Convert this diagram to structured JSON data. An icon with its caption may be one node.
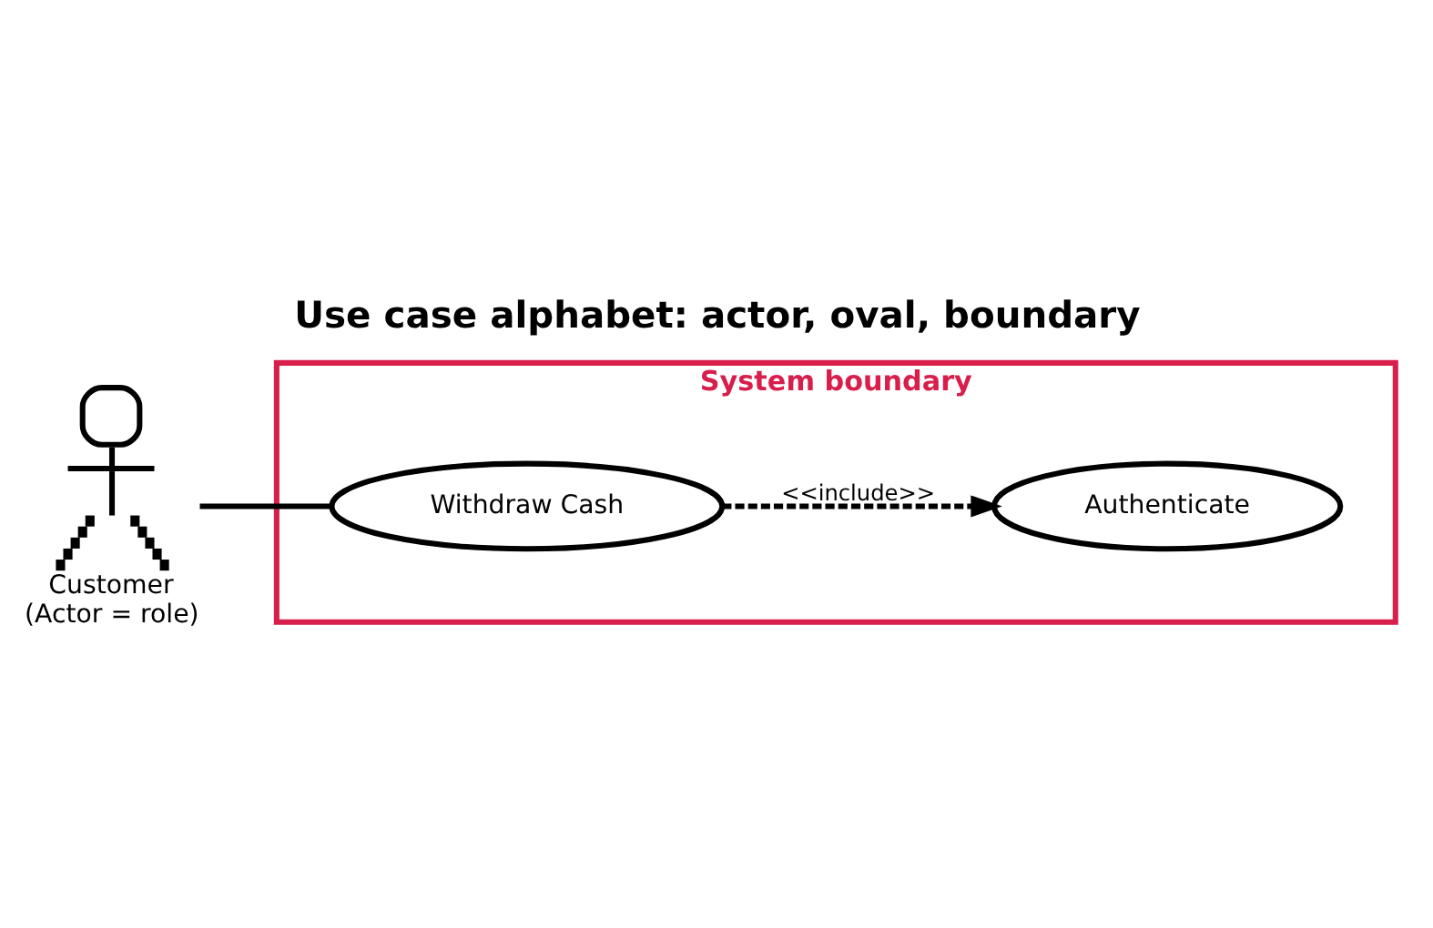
{
  "diagram": {
    "title": "Use case alphabet: actor, oval, boundary",
    "nodes": [
      {
        "text": [
          "Customer",
          "(Actor = role)"
        ]
      },
      {
        "text": [
          "System boundary"
        ]
      },
      {
        "text": [
          "Withdraw Cash"
        ],
        "in": 1
      },
      {
        "text": [
          "Authenticate"
        ],
        "in": 1
      }
    ],
    "edges": [
      {
        "from": 0,
        "to": 2,
        "arrow": "none"
      },
      {
        "from": 2,
        "to": 3,
        "arrow": "to",
        "style": "dashed",
        "label": "<<include>>"
      }
    ]
  }
}
